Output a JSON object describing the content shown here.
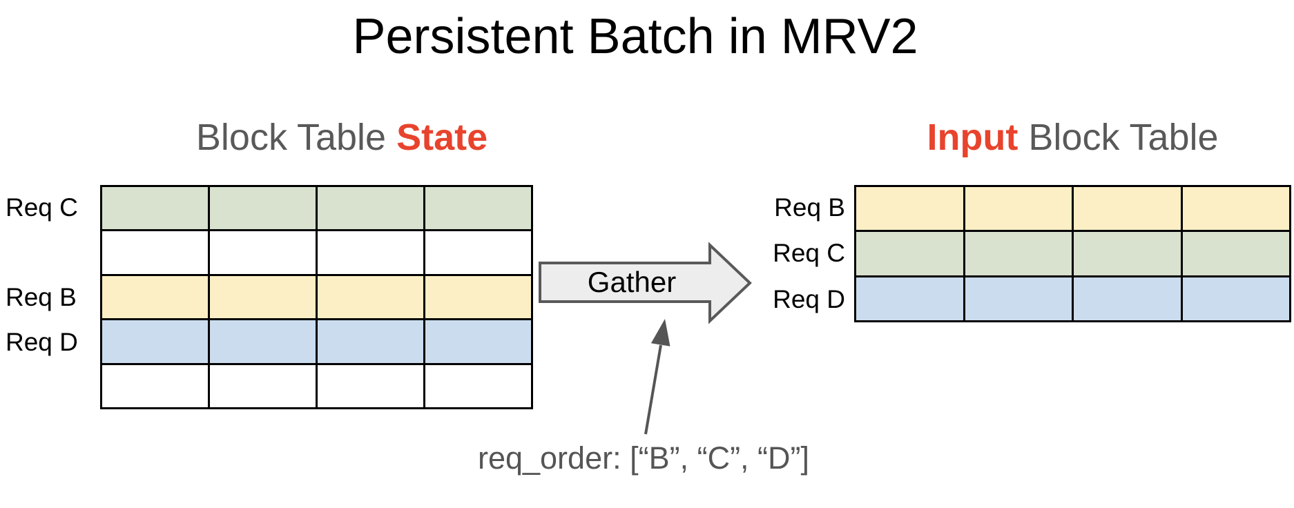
{
  "title": "Persistent Batch in MRV2",
  "colors": {
    "green": "#d8e2cf",
    "yellow": "#fcefc5",
    "blue": "#cbdcee",
    "white": "#ffffff",
    "red_accent": "#e8432d",
    "gray_text": "#595959",
    "cell_border": "#000000",
    "arrow_fill": "#ededed",
    "arrow_stroke": "#595959",
    "annotation_arrow": "#555555"
  },
  "left_table": {
    "heading_prefix": "Block Table ",
    "heading_highlight": "State",
    "columns": 4,
    "rows": [
      {
        "label": "Req C",
        "color": "green"
      },
      {
        "label": "",
        "color": "white"
      },
      {
        "label": "Req B",
        "color": "yellow"
      },
      {
        "label": "Req D",
        "color": "blue"
      },
      {
        "label": "",
        "color": "white"
      }
    ]
  },
  "right_table": {
    "heading_highlight": "Input",
    "heading_suffix": " Block Table",
    "columns": 4,
    "rows": [
      {
        "label": "Req B",
        "color": "yellow"
      },
      {
        "label": "Req C",
        "color": "green"
      },
      {
        "label": "Req D",
        "color": "blue"
      }
    ]
  },
  "gather_arrow": {
    "label": "Gather"
  },
  "annotation": {
    "text": "req_order: [“B”, “C”, “D”]"
  }
}
